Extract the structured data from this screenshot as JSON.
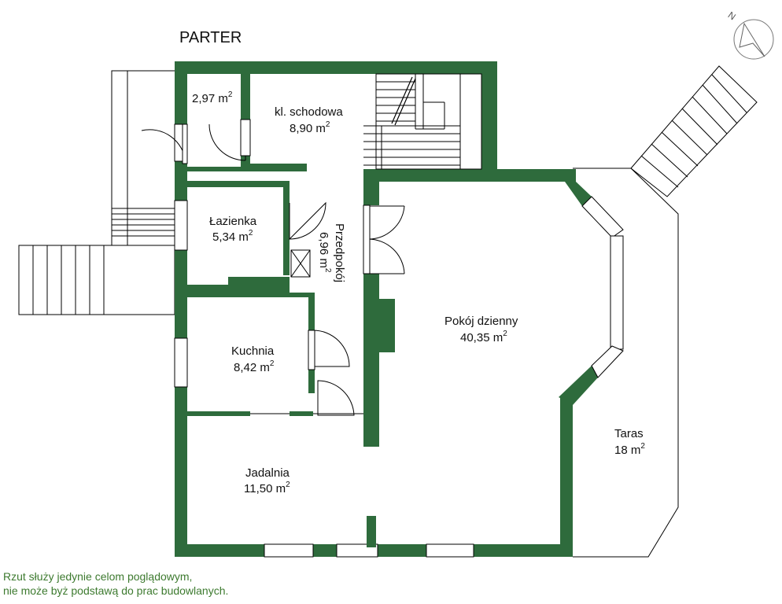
{
  "title": "PARTER",
  "north_label": "N",
  "colors": {
    "wall": "#2e6b3c",
    "line": "#000000",
    "disclaimer": "#3d7a2f"
  },
  "rooms": {
    "storage": {
      "name": "",
      "area": "2,97 m",
      "sup": "2"
    },
    "stairs": {
      "name": "kl. schodowa",
      "area": "8,90 m",
      "sup": "2"
    },
    "bathroom": {
      "name": "Łazienka",
      "area": "5,34 m",
      "sup": "2"
    },
    "hallway": {
      "name": "Przedpokój",
      "area": "6,96 m",
      "sup": "2"
    },
    "living": {
      "name": "Pokój dzienny",
      "area": "40,35 m",
      "sup": "2"
    },
    "kitchen": {
      "name": "Kuchnia",
      "area": "8,42 m",
      "sup": "2"
    },
    "dining": {
      "name": "Jadalnia",
      "area": "11,50 m",
      "sup": "2"
    },
    "terrace": {
      "name": "Taras",
      "area": "18 m",
      "sup": "2"
    }
  },
  "disclaimer": {
    "line1": "Rzut służy jedynie celom poglądowym,",
    "line2": "nie może byż podstawą do prac budowlanych."
  }
}
